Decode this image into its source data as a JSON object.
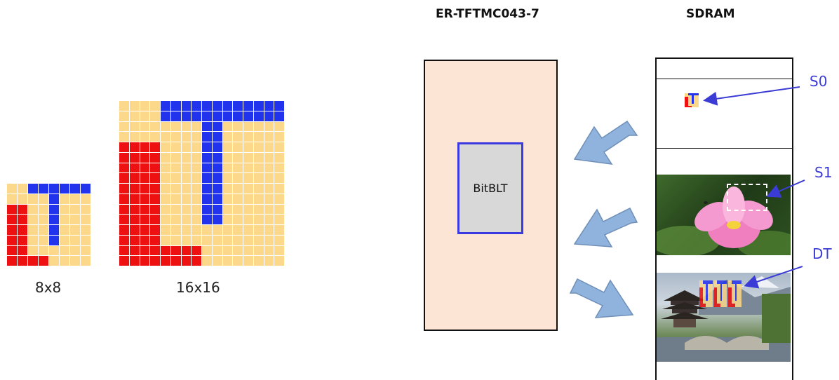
{
  "grids": {
    "small": {
      "caption": "8x8",
      "size": 8
    },
    "large": {
      "caption": "16x16",
      "size": 16
    }
  },
  "colors": {
    "red": "#ee1111",
    "blue": "#2233ee",
    "yellow": "#fbd88a",
    "panel": "#fde5d6",
    "bitblt_fill": "#d8d8d8",
    "bitblt_border": "#3a3ae0",
    "arrow": "#8fb3dc",
    "label": "#3b3bd6"
  },
  "display": {
    "header": "ER-TFTMC043-7",
    "bitblt_label": "BitBLT"
  },
  "sdram": {
    "header": "SDRAM"
  },
  "labels": {
    "s0": "S0",
    "s1": "S1",
    "dt": "DT"
  }
}
